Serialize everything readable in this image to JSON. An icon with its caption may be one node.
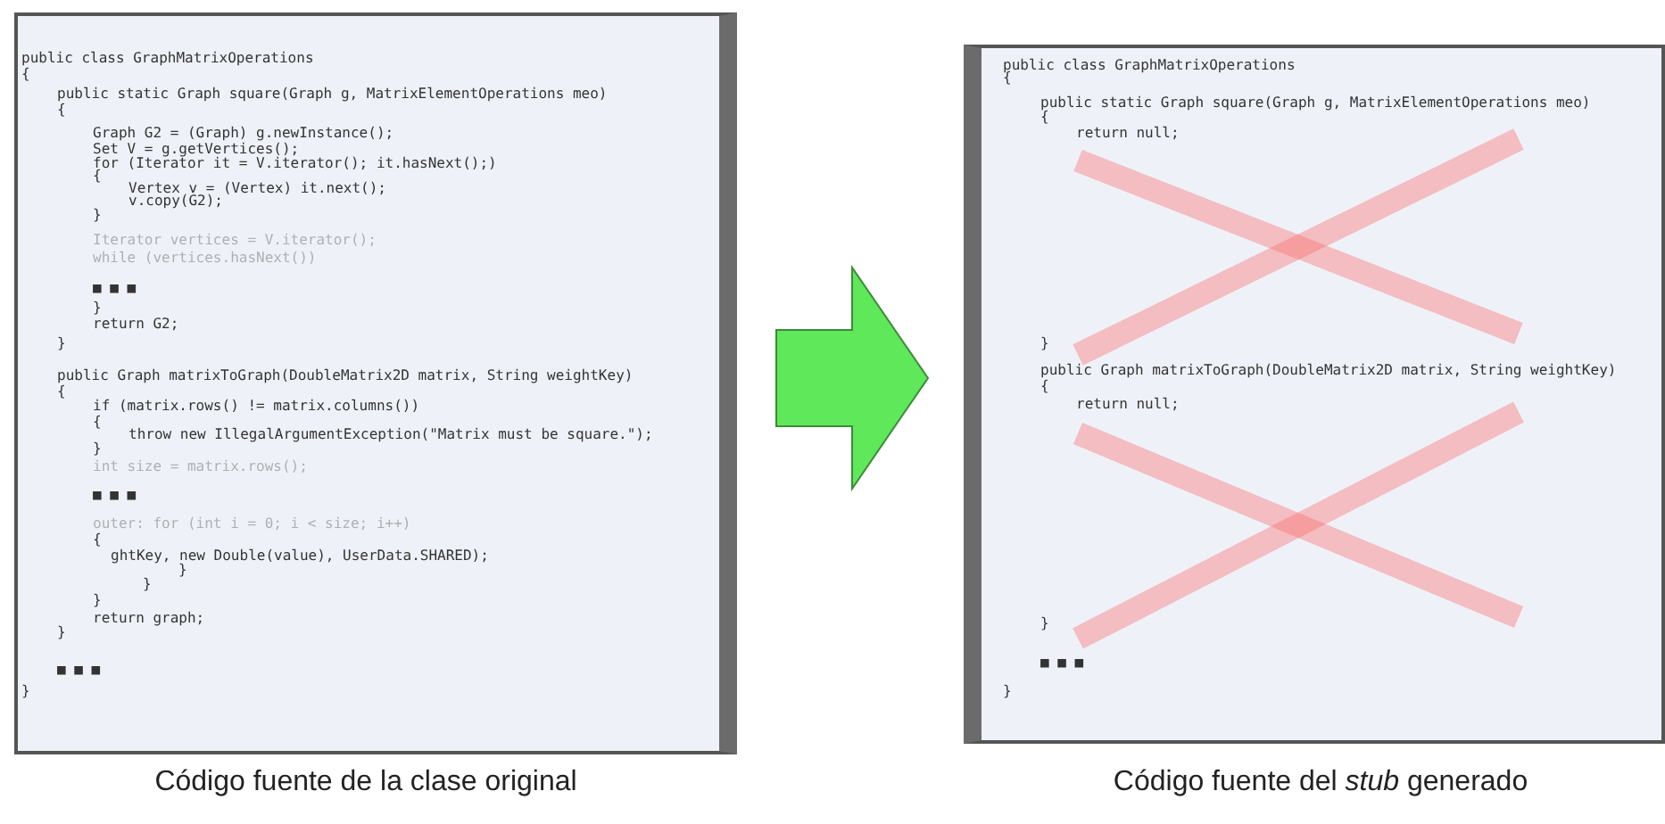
{
  "diagram": {
    "nodes": [
      {
        "text": [
          "public class GraphMatrixOperations",
          "{",
          "public static Graph square(Graph g, MatrixElementOperations meo)",
          "{",
          "Graph G2 = (Graph) g.newInstance();",
          "Set V = g.getVertices();",
          "for (Iterator it = V.iterator(); it.hasNext();)",
          "{",
          "Vertex v = (Vertex) it.next();",
          "v.copy(G2);",
          "}",
          "Iterator vertices = V.iterator();",
          "while (vertices.hasNext())",
          "■ ■ ■",
          "}",
          "return G2;",
          "}",
          "public Graph matrixToGraph(DoubleMatrix2D matrix, String weightKey)",
          "{",
          "if (matrix.rows() != matrix.columns())",
          "{",
          "throw new IllegalArgumentException(\"Matrix must be square.\");",
          "}",
          "int size = matrix.rows();",
          "■ ■ ■",
          "outer: for (int i = 0; i < size; i++)",
          "{",
          "ghtKey, new Double(value), UserData.SHARED);",
          "}",
          "}",
          "}",
          "return graph;",
          "}",
          "■ ■ ■",
          "}"
        ],
        "beside": [
          "Código fuente de la clase original"
        ]
      },
      {
        "text": [
          "public class GraphMatrixOperations",
          "{",
          "public static Graph square(Graph g, MatrixElementOperations meo)",
          "{",
          "return null;",
          "}",
          "public Graph matrixToGraph(DoubleMatrix2D matrix, String weightKey)",
          "{",
          "return null;",
          "}",
          "■ ■ ■",
          "}"
        ],
        "beside": [
          "Código fuente del *stub* generado"
        ]
      }
    ],
    "edges": [
      {
        "from": 0,
        "to": 1,
        "arrow": "to"
      }
    ]
  }
}
